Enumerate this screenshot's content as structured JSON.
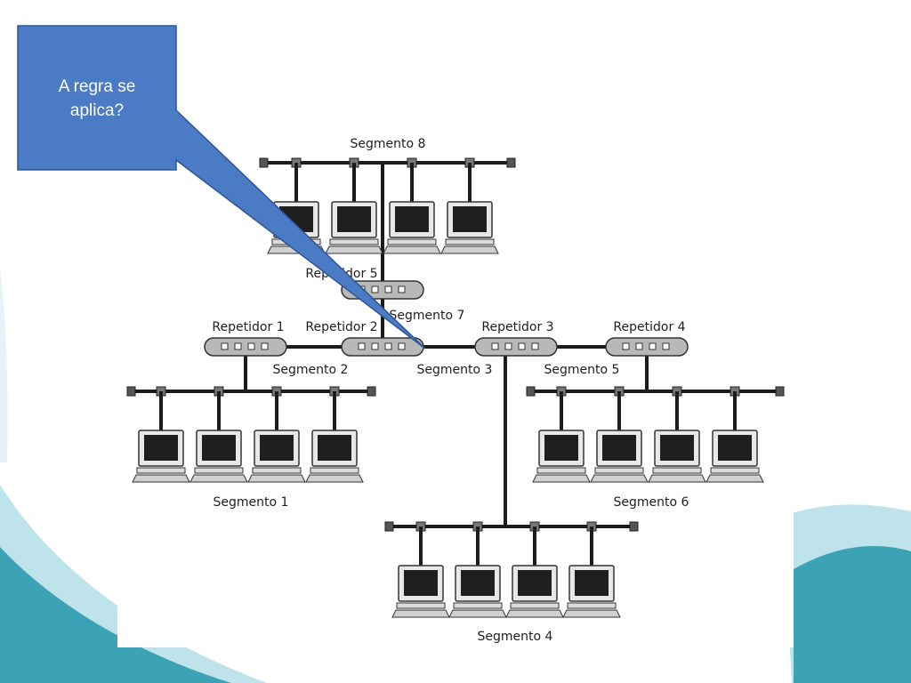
{
  "slide": {
    "callout": {
      "lines": [
        "A regra se",
        "aplica?"
      ]
    },
    "colors": {
      "callout_fill": "#4a7bc4",
      "callout_border": "#2f5597",
      "cable": "#1c1c1c",
      "repeater_fill": "#b8b8b8",
      "wave_teal": "#3ba3b5",
      "wave_light": "#bfe3ea"
    }
  },
  "diagram": {
    "segments": [
      {
        "key": "seg8",
        "label": "Segmento 8"
      },
      {
        "key": "seg7",
        "label": "Segmento 7"
      },
      {
        "key": "seg2",
        "label": "Segmento 2"
      },
      {
        "key": "seg3",
        "label": "Segmento 3"
      },
      {
        "key": "seg5",
        "label": "Segmento 5"
      },
      {
        "key": "seg1",
        "label": "Segmento 1"
      },
      {
        "key": "seg6",
        "label": "Segmento 6"
      },
      {
        "key": "seg4",
        "label": "Segmento 4"
      }
    ],
    "repeaters": [
      {
        "key": "rep1",
        "label": "Repetidor 1"
      },
      {
        "key": "rep2",
        "label": "Repetidor 2"
      },
      {
        "key": "rep3",
        "label": "Repetidor 3"
      },
      {
        "key": "rep4",
        "label": "Repetidor 4"
      },
      {
        "key": "rep5",
        "label": "Repetidor 5"
      }
    ],
    "workstations_per_segment": 4,
    "icons": [
      "computer-icon",
      "repeater-icon",
      "terminator-icon",
      "t-connector-icon"
    ]
  }
}
